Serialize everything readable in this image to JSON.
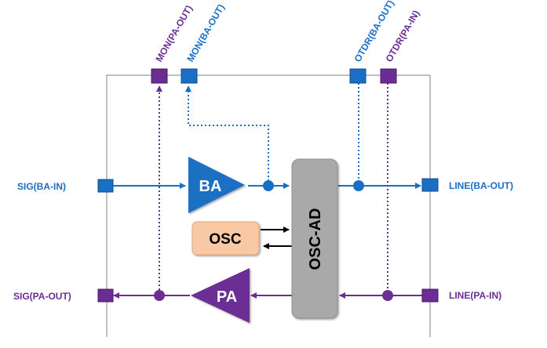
{
  "ports": {
    "top": {
      "mon_pa_out": "MON(PA-OUT)",
      "mon_ba_out": "MON(BA-OUT)",
      "otdr_ba_out": "OTDR(BA-OUT)",
      "otdr_pa_in": "OTDR(PA-IN)"
    },
    "left": {
      "sig_ba_in": "SIG(BA-IN)",
      "sig_pa_out": "SIG(PA-OUT)"
    },
    "right": {
      "line_ba_out": "LINE(BA-OUT)",
      "line_pa_in": "LINE(PA-IN)"
    }
  },
  "blocks": {
    "ba": "BA",
    "pa": "PA",
    "osc": "OSC",
    "osc_ad": "OSC-AD"
  },
  "colors": {
    "ba_path": "#1a6fc4",
    "pa_path": "#6b2d94",
    "osc_fill": "#f8c9a4",
    "osc_ad_fill": "#a9a9a9",
    "text_dark": "#000000"
  }
}
